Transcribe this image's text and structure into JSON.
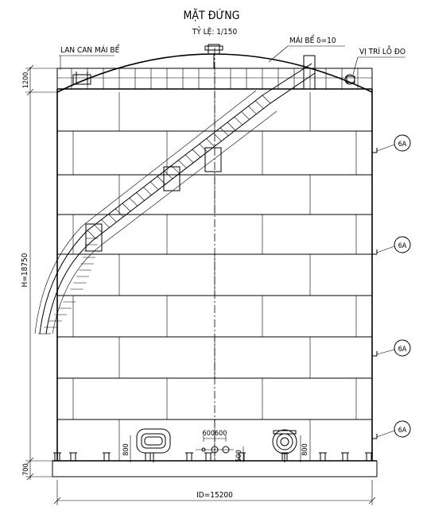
{
  "drawing": {
    "title": "MẶT ĐỨNG",
    "scale": "TỶ LỆ: 1/150"
  },
  "labels": {
    "roof_railing": "LAN CAN MÁI BỂ",
    "roof": "MÁI BỂ δ=10",
    "hole_position": "VỊ TRÍ LỖ ĐO"
  },
  "dimensions": {
    "roof_height": "1200",
    "shell_height": "H=18750",
    "base_height": "700",
    "inner_diameter": "ID=15200",
    "nozzle_spacing": "600600",
    "manway_left_height": "800",
    "nozzle_height": "500",
    "manway_right_height": "800"
  },
  "callouts": [
    "6A",
    "6A",
    "6A",
    "6A"
  ]
}
